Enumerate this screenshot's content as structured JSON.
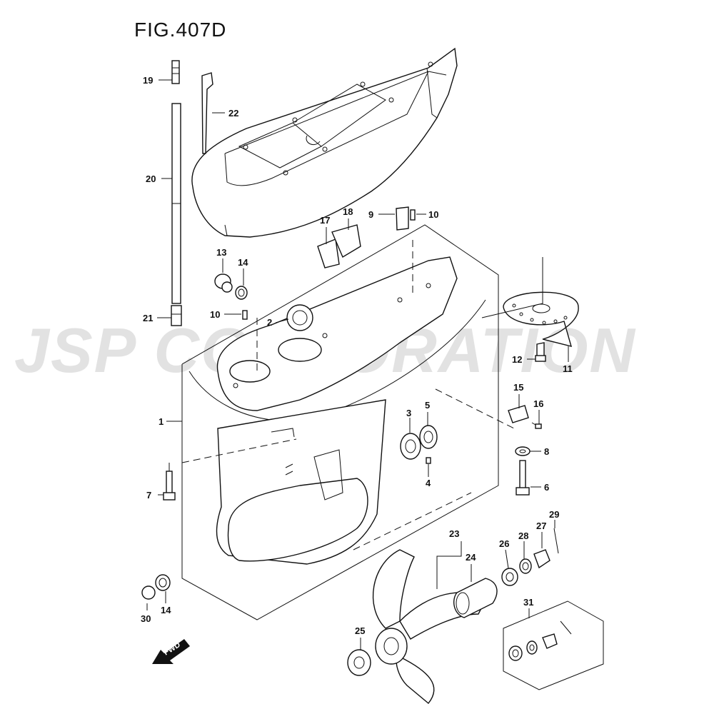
{
  "figure": {
    "title": "FIG.407D"
  },
  "watermark": "JSP CORPORATION",
  "fwd_label": "FWD",
  "callouts": [
    {
      "id": "1"
    },
    {
      "id": "2"
    },
    {
      "id": "3"
    },
    {
      "id": "4"
    },
    {
      "id": "5"
    },
    {
      "id": "6"
    },
    {
      "id": "7"
    },
    {
      "id": "8"
    },
    {
      "id": "9"
    },
    {
      "id": "10"
    },
    {
      "id": "10"
    },
    {
      "id": "11"
    },
    {
      "id": "12"
    },
    {
      "id": "13"
    },
    {
      "id": "14"
    },
    {
      "id": "14"
    },
    {
      "id": "15"
    },
    {
      "id": "16"
    },
    {
      "id": "17"
    },
    {
      "id": "18"
    },
    {
      "id": "19"
    },
    {
      "id": "20"
    },
    {
      "id": "21"
    },
    {
      "id": "22"
    },
    {
      "id": "23"
    },
    {
      "id": "24"
    },
    {
      "id": "25"
    },
    {
      "id": "26"
    },
    {
      "id": "27"
    },
    {
      "id": "28"
    },
    {
      "id": "29"
    },
    {
      "id": "30"
    },
    {
      "id": "31"
    }
  ]
}
